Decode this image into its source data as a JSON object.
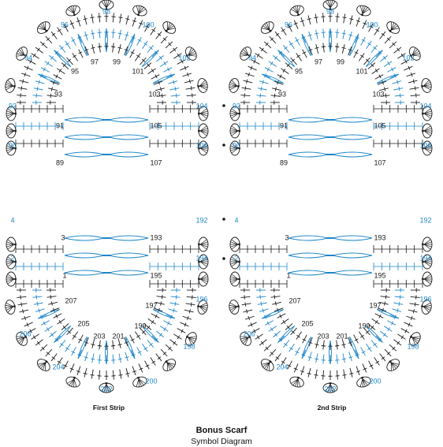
{
  "caption": {
    "title": "Bonus Scarf",
    "subtitle": "Symbol Diagram"
  },
  "strips": [
    {
      "name": "First Strip"
    },
    {
      "name": "2nd Strip"
    }
  ],
  "colors": {
    "blue": "#1f86c8",
    "black": "#1a1a1a"
  },
  "top_motif": {
    "outer_labels": [
      "90",
      "92",
      "94",
      "96",
      "98",
      "100",
      "102",
      "104",
      "106"
    ],
    "inner_labels": [
      "89",
      "91",
      "93",
      "95",
      "97",
      "99",
      "101",
      "103",
      "105",
      "107"
    ]
  },
  "bottom_motif": {
    "outer_labels": [
      "4",
      "2",
      "206",
      "204",
      "202",
      "200",
      "198",
      "196",
      "194",
      "192"
    ],
    "inner_labels": [
      "3",
      "1",
      "207",
      "205",
      "203",
      "201",
      "199",
      "197",
      "195",
      "193"
    ]
  }
}
